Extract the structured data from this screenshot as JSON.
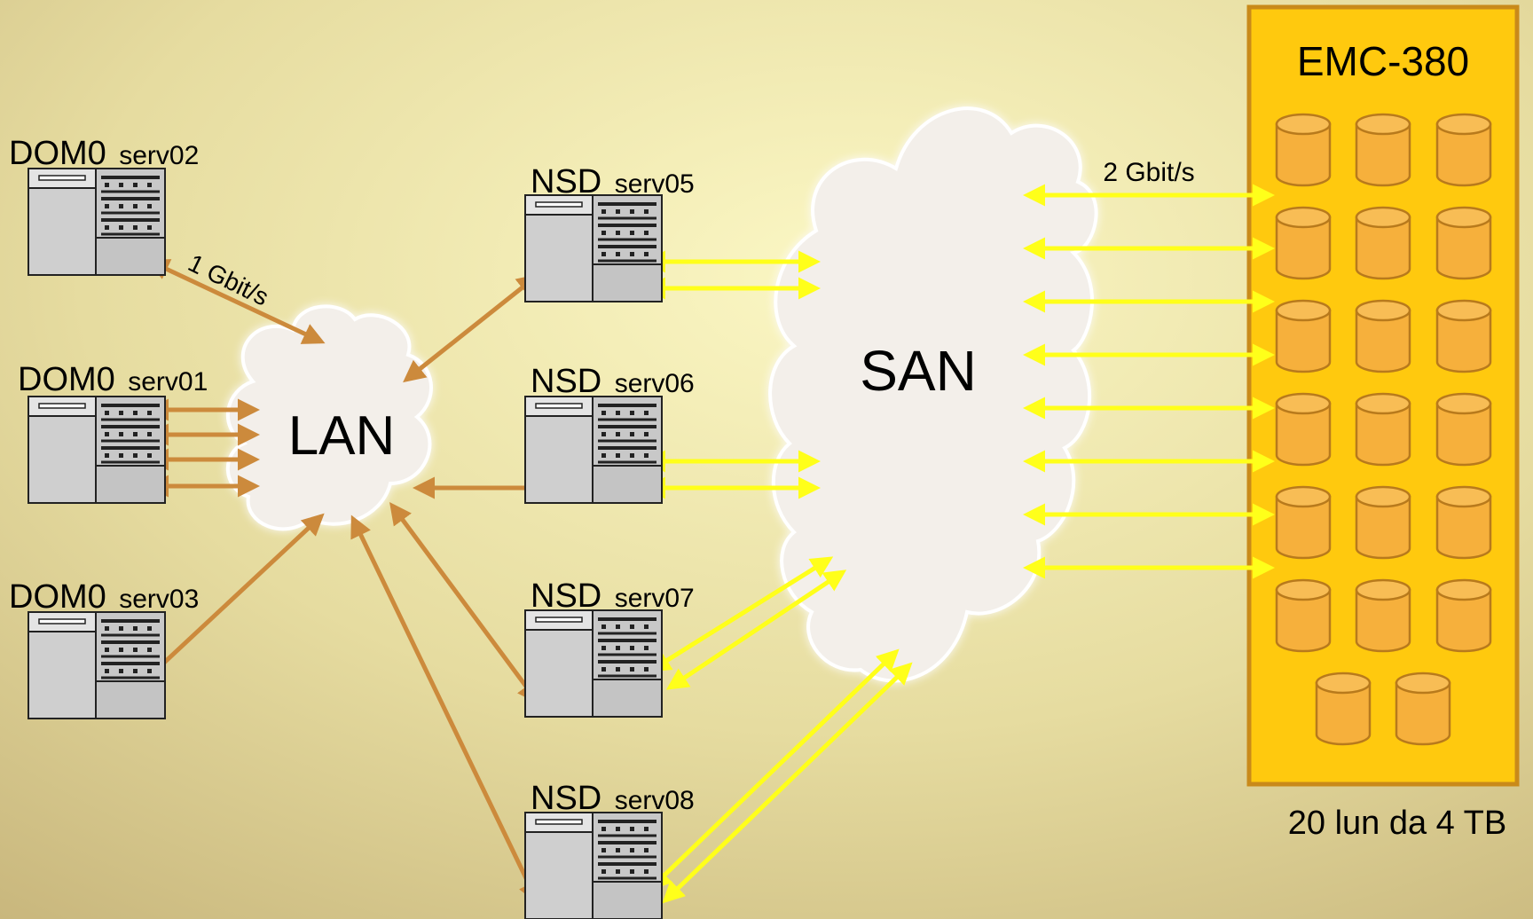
{
  "diagram": {
    "dom0_prefix": "DOM0",
    "nsd_prefix": "NSD",
    "dom0_servers": [
      "serv02",
      "serv01",
      "serv03"
    ],
    "nsd_servers": [
      "serv05",
      "serv06",
      "serv07",
      "serv08"
    ],
    "lan_label": "LAN",
    "san_label": "SAN",
    "storage_title": "EMC-380",
    "storage_caption": "20 lun da 4 TB",
    "lan_speed": "1 Gbit/s",
    "san_speed": "2 Gbit/s",
    "lun_count": 20
  },
  "colors": {
    "lan_link": "#cc8a3c",
    "san_link": "#ffff1a",
    "storage_fill": "#ffc90e",
    "storage_border": "#c98a1a",
    "disk_fill": "#f6b03c",
    "disk_stroke": "#b87a1c",
    "cloud_fill": "#f3efea"
  }
}
